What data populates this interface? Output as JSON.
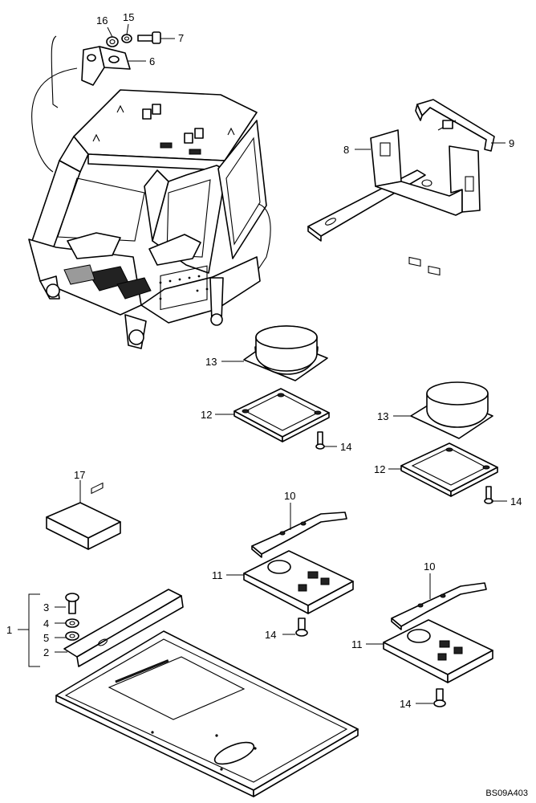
{
  "callouts": {
    "c1": "1",
    "c2": "2",
    "c3": "3",
    "c4": "4",
    "c5": "5",
    "c6": "6",
    "c7": "7",
    "c8": "8",
    "c9": "9",
    "c10a": "10",
    "c10b": "10",
    "c11a": "11",
    "c11b": "11",
    "c12a": "12",
    "c12b": "12",
    "c13a": "13",
    "c13b": "13",
    "c14a": "14",
    "c14b": "14",
    "c14c": "14",
    "c14d": "14",
    "c15": "15",
    "c16": "16",
    "c17": "17"
  },
  "drawing_code": "BS09A403"
}
